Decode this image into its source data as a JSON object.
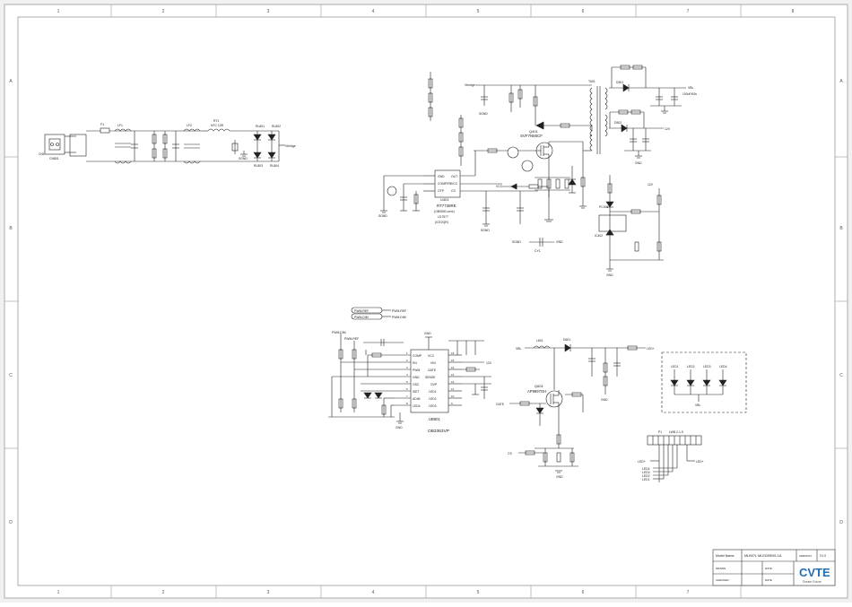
{
  "border": {
    "top_numbers": [
      "1",
      "2",
      "3",
      "4",
      "5",
      "6",
      "7",
      "8"
    ],
    "side_letters": [
      "A",
      "B",
      "C",
      "D"
    ]
  },
  "input": {
    "con_label": "CN1",
    "con_sub": "CN801",
    "fuse": "F1",
    "lf": "LF1",
    "lf2": "LF2",
    "ntc": "RT1",
    "ntc_sub": "NTC 10R",
    "bridge": "Vbridge",
    "bd_labels": [
      "RL801",
      "RL802",
      "RL803",
      "RL804"
    ],
    "gnd": "SGND"
  },
  "pwm": {
    "ic_name": "U401",
    "ic_part": "RT7736RE",
    "ic_note1": "(OB3000-xxxx)",
    "ic_note2": "LD7577",
    "ic_note3": "(ICE2QR)",
    "pins_left": [
      "GND",
      "COMP/FB",
      "OTP"
    ],
    "pins_right": [
      "OUT",
      "VCC",
      "CS"
    ],
    "mosfet_ref": "Q401",
    "mosfet_part": "SVF7N65CF",
    "transformer": "T601",
    "vbridge": "Vbridge",
    "gnd": "SGND",
    "vcc": "VCC",
    "cy": "CY1",
    "sgnd_label": "SGND",
    "gnd_label": "GND"
  },
  "outputs": {
    "vbl_label": "VBL",
    "vbl_val": "100uF/63v",
    "v12_label": "12V",
    "gnd": "GND",
    "opto": "PC401",
    "tl431": "IC402",
    "diode1": "D501",
    "diode2": "D502"
  },
  "led_driver": {
    "ic_name": "UB601",
    "ic_part": "OB3363VP",
    "pins_left": [
      "COMP",
      "EN",
      "PWM",
      "GND",
      "OSC",
      "ISET",
      "ADIM",
      "LED4"
    ],
    "pins_right": [
      "VCC",
      "VIN",
      "GATE",
      "SENSE",
      "OVP",
      "LED1",
      "LED2",
      "LED3"
    ],
    "pin_nums_left": [
      "1",
      "2",
      "3",
      "4",
      "5",
      "6",
      "7",
      "8"
    ],
    "pin_nums_right": [
      "16",
      "15",
      "14",
      "13",
      "12",
      "11",
      "10",
      "9"
    ],
    "pwm_tag1": "PWM-REF",
    "pwm_tag2": "PWM-DIM",
    "pwmdim": "PWM-DIM",
    "pwmref": "PWM-REF",
    "v12": "12V",
    "gnd": "GND"
  },
  "boost": {
    "inductor": "L601",
    "mosfet_ref": "Q601",
    "mosfet_part": "AP9997GH",
    "diode": "D601",
    "vbl": "VBL",
    "ledplus": "LED+",
    "gate": "GATE",
    "cs": "CS",
    "gnd": "GND"
  },
  "led_box": {
    "labels": [
      "LED1",
      "LED2",
      "LED3",
      "LED4"
    ],
    "vbl": "VBL"
  },
  "connector": {
    "ref": "P1",
    "part": "LWB 2-1.5",
    "pins": [
      "LED+",
      "LED4",
      "LED3",
      "LED2",
      "LED1"
    ],
    "plus": "LED+"
  },
  "title_block": {
    "model_label": "Model Name:",
    "model_value": "MLB07L MLED5SNS-1A",
    "version_label": "VERSION:",
    "version_value": "V1.0",
    "drawn_label": "DRAWN",
    "checked_label": "CHECKED",
    "date_label": "DATE",
    "date_label2": "DATE",
    "logo": "CVTE",
    "slogan": "Dream Future"
  }
}
